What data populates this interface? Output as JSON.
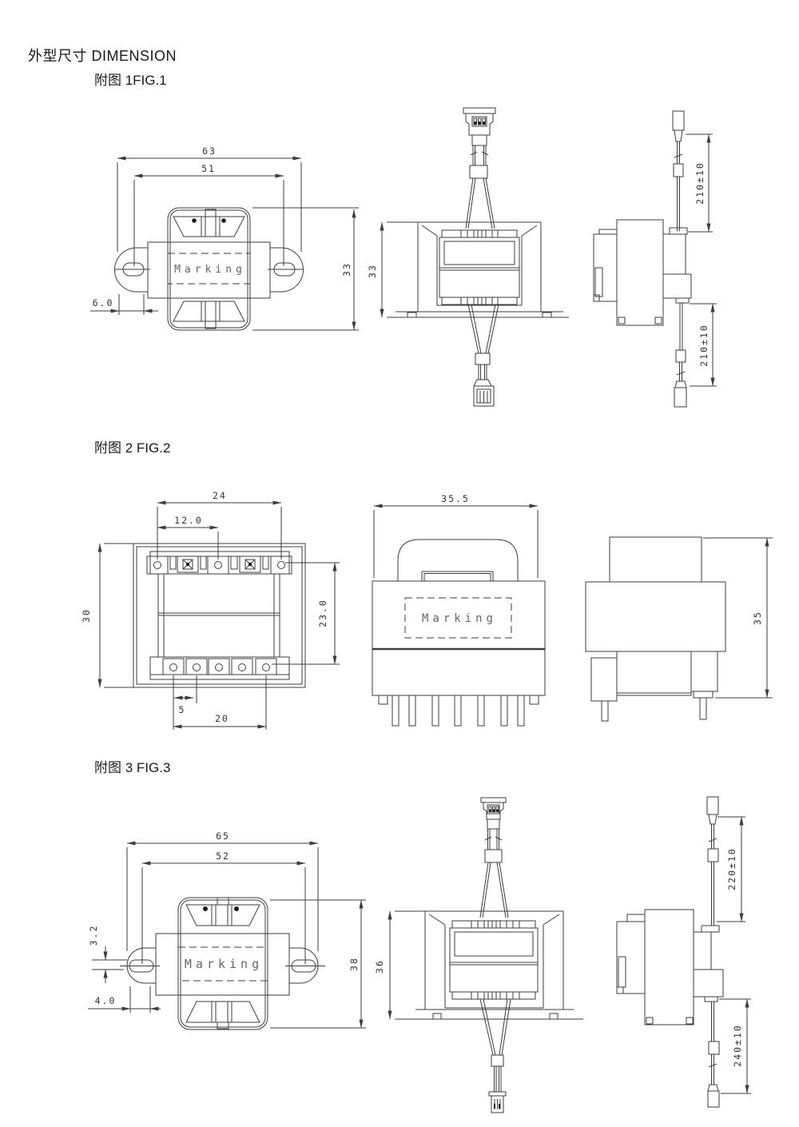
{
  "page": {
    "title": "外型尺寸 DIMENSION",
    "fig1_label": "附图 1FIG.1",
    "fig2_label": "附图 2 FIG.2",
    "fig3_label": "附图 3 FIG.3"
  },
  "fig1": {
    "front": {
      "width_outer": "63",
      "width_inner": "51",
      "height": "33",
      "tab_offset": "6.0",
      "marking": "Marking"
    },
    "side": {
      "height": "33"
    },
    "wires": {
      "top": "210±10",
      "bottom": "210±10"
    }
  },
  "fig2": {
    "bottom": {
      "pin_span_top": "24",
      "pin_span_half": "12.0",
      "height": "30",
      "row_gap": "23.0",
      "pin_pitch": "5",
      "pin_span_bottom": "20"
    },
    "front": {
      "width": "35.5",
      "marking": "Marking"
    },
    "side": {
      "height": "35"
    }
  },
  "fig3": {
    "front": {
      "width_outer": "65",
      "width_inner": "52",
      "height": "38",
      "tab_step": "3.2",
      "tab_offset": "4.0",
      "marking": "Marking"
    },
    "side": {
      "height": "36"
    },
    "wires": {
      "top": "220±10",
      "bottom": "240±10"
    }
  }
}
